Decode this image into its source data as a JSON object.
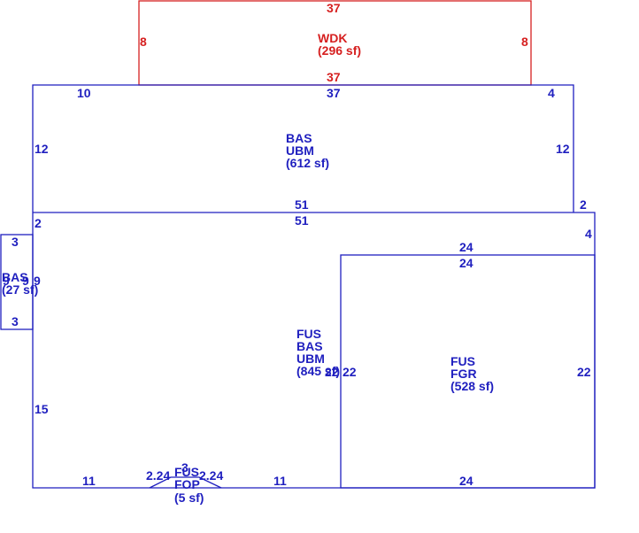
{
  "colors": {
    "structure": "#1f1fbf",
    "deck": "#d62020",
    "background": "#ffffff"
  },
  "areas": {
    "wdk": {
      "line1": "WDK",
      "line2": "(296 sf)"
    },
    "upper": {
      "line1": "BAS",
      "line2": "UBM",
      "line3": "(612 sf)"
    },
    "main": {
      "line1": "FUS",
      "line2": "BAS",
      "line3": "UBM",
      "line4": "(845 sf)"
    },
    "garage": {
      "line1": "FUS",
      "line2": "FGR",
      "line3": "(528 sf)"
    },
    "side": {
      "line1": "BAS",
      "line2": "(27 sf)"
    },
    "porch": {
      "line1": "FUS",
      "line2": "FOP",
      "line3": "(5 sf)"
    }
  },
  "dims": {
    "wdk_top": "37",
    "wdk_left": "8",
    "wdk_right": "8",
    "wdk_bottom": "37",
    "upper_top_left": "10",
    "upper_top": "37",
    "upper_top_right": "4",
    "upper_left": "12",
    "upper_right": "12",
    "upper_bottom": "51",
    "upper_right_step": "2",
    "main_top": "51",
    "main_top_left": "2",
    "main_right_step": "4",
    "garage_top_outer": "24",
    "garage_top": "24",
    "garage_left_inner": "22",
    "garage_left_outer": "22",
    "garage_right": "22",
    "garage_bottom": "24",
    "main_left": "15",
    "main_bottom_left": "11",
    "main_bottom_right": "11",
    "side_top": "3",
    "side_bottom": "3",
    "side_left": "9",
    "side_right1": "9",
    "side_right2": "9",
    "porch_left": "2.24",
    "porch_right": "2.24",
    "porch_top": "3"
  }
}
